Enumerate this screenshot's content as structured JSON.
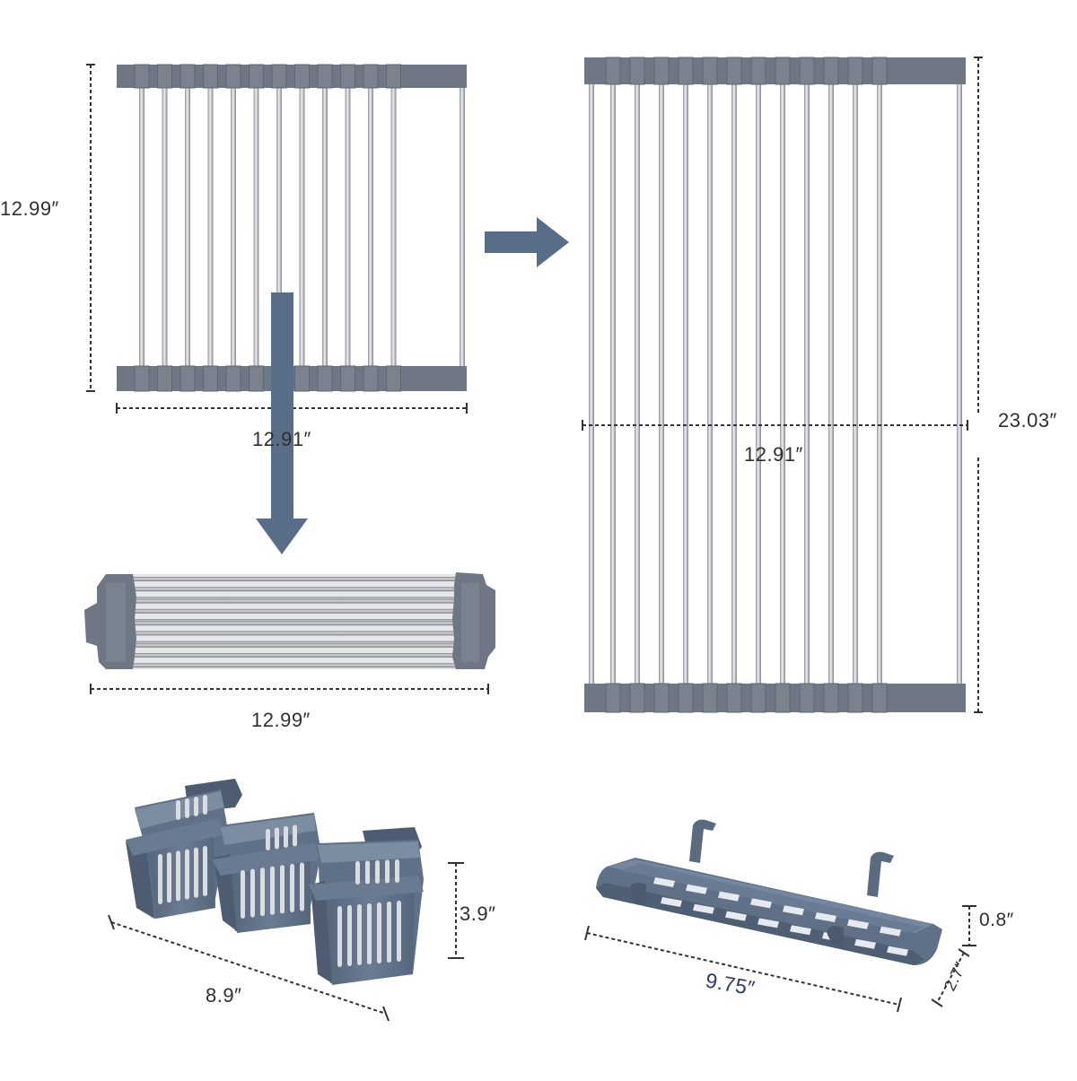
{
  "dimensions": {
    "rack_height": "12.99″",
    "rack_width": "12.91″",
    "rolled_length": "12.99″",
    "extended_length": "23.03″",
    "extended_width": "12.91″",
    "basket_height": "3.9″",
    "basket_length": "8.9″",
    "tray_height": "0.8″",
    "tray_length": "9.75″",
    "tray_depth": "2.7″"
  },
  "colors": {
    "accent": "#5a6d88",
    "rail": "#6f7784",
    "rod": "#b7bcc3",
    "plastic": "#64758a",
    "dimension_line": "#333333"
  }
}
